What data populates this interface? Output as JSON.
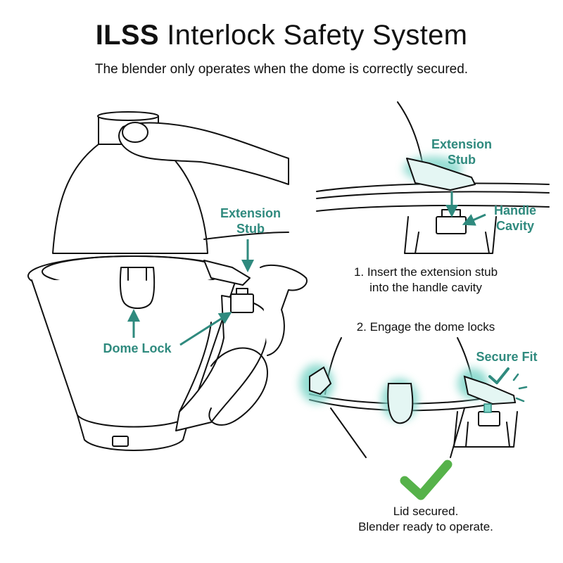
{
  "title": {
    "bold": "ILSS",
    "rest": "Interlock Safety System"
  },
  "subtitle": "The blender only operates when the dome is correctly secured.",
  "colors": {
    "accent": "#2f8a7e",
    "glow": "#7fd6c9",
    "check": "#56b24a",
    "line": "#111111"
  },
  "left_panel": {
    "extension_stub": [
      "Extension",
      "Stub"
    ],
    "dome_lock": "Dome Lock"
  },
  "right_top": {
    "extension_stub": [
      "Extension",
      "Stub"
    ],
    "handle_cavity": [
      "Handle",
      "Cavity"
    ],
    "step1": [
      "1. Insert the extension stub",
      "into the handle cavity"
    ]
  },
  "right_bottom": {
    "step2": "2. Engage the dome locks",
    "secure_fit": "Secure Fit"
  },
  "status": {
    "icon": "checkmark-icon",
    "line1": "Lid secured.",
    "line2": "Blender ready to operate."
  }
}
